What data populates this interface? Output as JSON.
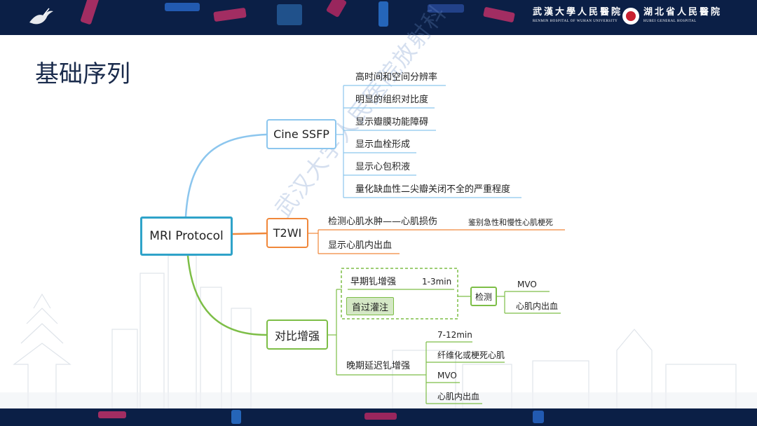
{
  "header": {
    "hospital_1_cn": "武漢大學人民醫院",
    "hospital_1_en": "RENMIN HOSPITAL OF WUHAN UNIVERSITY",
    "hospital_2_cn": "湖北省人民醫院",
    "hospital_2_en": "HUBEI  GENERAL  HOSPITAL",
    "logo_icon": "crane-logo-icon",
    "seal_icon": "hospital-seal-icon"
  },
  "page": {
    "title": "基础序列",
    "watermark": "武汉大学人民医院放射科"
  },
  "colors": {
    "header_bg": "#0b1f46",
    "root_border": "#2fa3c9",
    "cine_branch": "#8cc6ee",
    "t2wi_branch": "#f0873a",
    "contrast_branch": "#7dbe47",
    "title": "#1a2b4c"
  },
  "mindmap": {
    "root": "MRI Protocol",
    "cine": {
      "label": "Cine SSFP",
      "items": [
        "高时间和空间分辨率",
        "明显的组织对比度",
        "显示瓣膜功能障碍",
        "显示血栓形成",
        "显示心包积液",
        "量化缺血性二尖瓣关闭不全的严重程度"
      ]
    },
    "t2wi": {
      "label": "T2WI",
      "item1": "检测心肌水肿——心肌损伤",
      "item1_sub": "鉴别急性和慢性心肌梗死",
      "item2": "显示心肌内出血"
    },
    "contrast": {
      "label": "对比增强",
      "early": {
        "label": "早期钆增强",
        "time": "1-3min",
        "first_pass": "首过灌注",
        "detect": "检测",
        "results": [
          "MVO",
          "心肌内出血"
        ]
      },
      "late": {
        "label": "晚期延迟钆增强",
        "items": [
          "7-12min",
          "纤维化或梗死心肌",
          "MVO",
          "心肌内出血"
        ]
      }
    }
  }
}
